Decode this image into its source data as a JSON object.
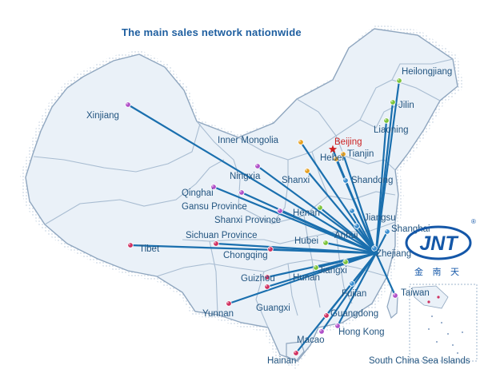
{
  "title": "The main sales network nationwide",
  "hub": "Zhejiang",
  "capital": "Beijing",
  "colors": {
    "route": "#1a6fae",
    "province_fill": "#eaf1f8",
    "province_stroke": "#8fa6bf",
    "label": "#235580",
    "capital_label": "#cc2222"
  },
  "locations": [
    {
      "name": "Heilongjiang",
      "dot": "#7cc43a"
    },
    {
      "name": "Jilin",
      "dot": "#7cc43a"
    },
    {
      "name": "Liaoning",
      "dot": "#7cc43a"
    },
    {
      "name": "Xinjiang",
      "dot": "#b050c8"
    },
    {
      "name": "Inner Mongolia",
      "dot": "#e6a020"
    },
    {
      "name": "Beijing",
      "dot": "#d02020"
    },
    {
      "name": "Tianjin",
      "dot": "#e6a020"
    },
    {
      "name": "Hebei",
      "dot": "#e6a020"
    },
    {
      "name": "Ningxia",
      "dot": "#b050c8"
    },
    {
      "name": "Shanxi",
      "dot": "#e6a020"
    },
    {
      "name": "Shandong",
      "dot": "#3a8ed0"
    },
    {
      "name": "Qinghai",
      "dot": "#b050c8"
    },
    {
      "name": "Gansu Province",
      "dot": "#b050c8"
    },
    {
      "name": "Shanxi Province",
      "dot": "#b050c8"
    },
    {
      "name": "Henan",
      "dot": "#7cc43a"
    },
    {
      "name": "Jiangsu",
      "dot": "#3a8ed0"
    },
    {
      "name": "Shanghai",
      "dot": "#3a8ed0"
    },
    {
      "name": "Anhui",
      "dot": "#3a8ed0"
    },
    {
      "name": "Tibet",
      "dot": "#d03060"
    },
    {
      "name": "Sichuan Province",
      "dot": "#d03060"
    },
    {
      "name": "Chongqing",
      "dot": "#d03060"
    },
    {
      "name": "Hubei",
      "dot": "#7cc43a"
    },
    {
      "name": "Zhejiang",
      "dot": "#3a8ed0"
    },
    {
      "name": "Hunan",
      "dot": "#7cc43a"
    },
    {
      "name": "Jiangxi",
      "dot": "#7cc43a"
    },
    {
      "name": "Guizhou",
      "dot": "#d03060"
    },
    {
      "name": "Fujian",
      "dot": "#3a8ed0"
    },
    {
      "name": "Taiwan",
      "dot": "#b050c8"
    },
    {
      "name": "Yunnan",
      "dot": "#d03060"
    },
    {
      "name": "Guangxi",
      "dot": "#d03060"
    },
    {
      "name": "Guangdong",
      "dot": "#d03060"
    },
    {
      "name": "Hong Kong",
      "dot": "#b050c8"
    },
    {
      "name": "Macao",
      "dot": "#b050c8"
    },
    {
      "name": "Hainan",
      "dot": "#d03060"
    },
    {
      "name": "South China Sea Islands",
      "dot": ""
    }
  ],
  "logo": {
    "text": "JNT",
    "chinese": "金 南 天",
    "registered": "®",
    "color": "#1457a8"
  }
}
